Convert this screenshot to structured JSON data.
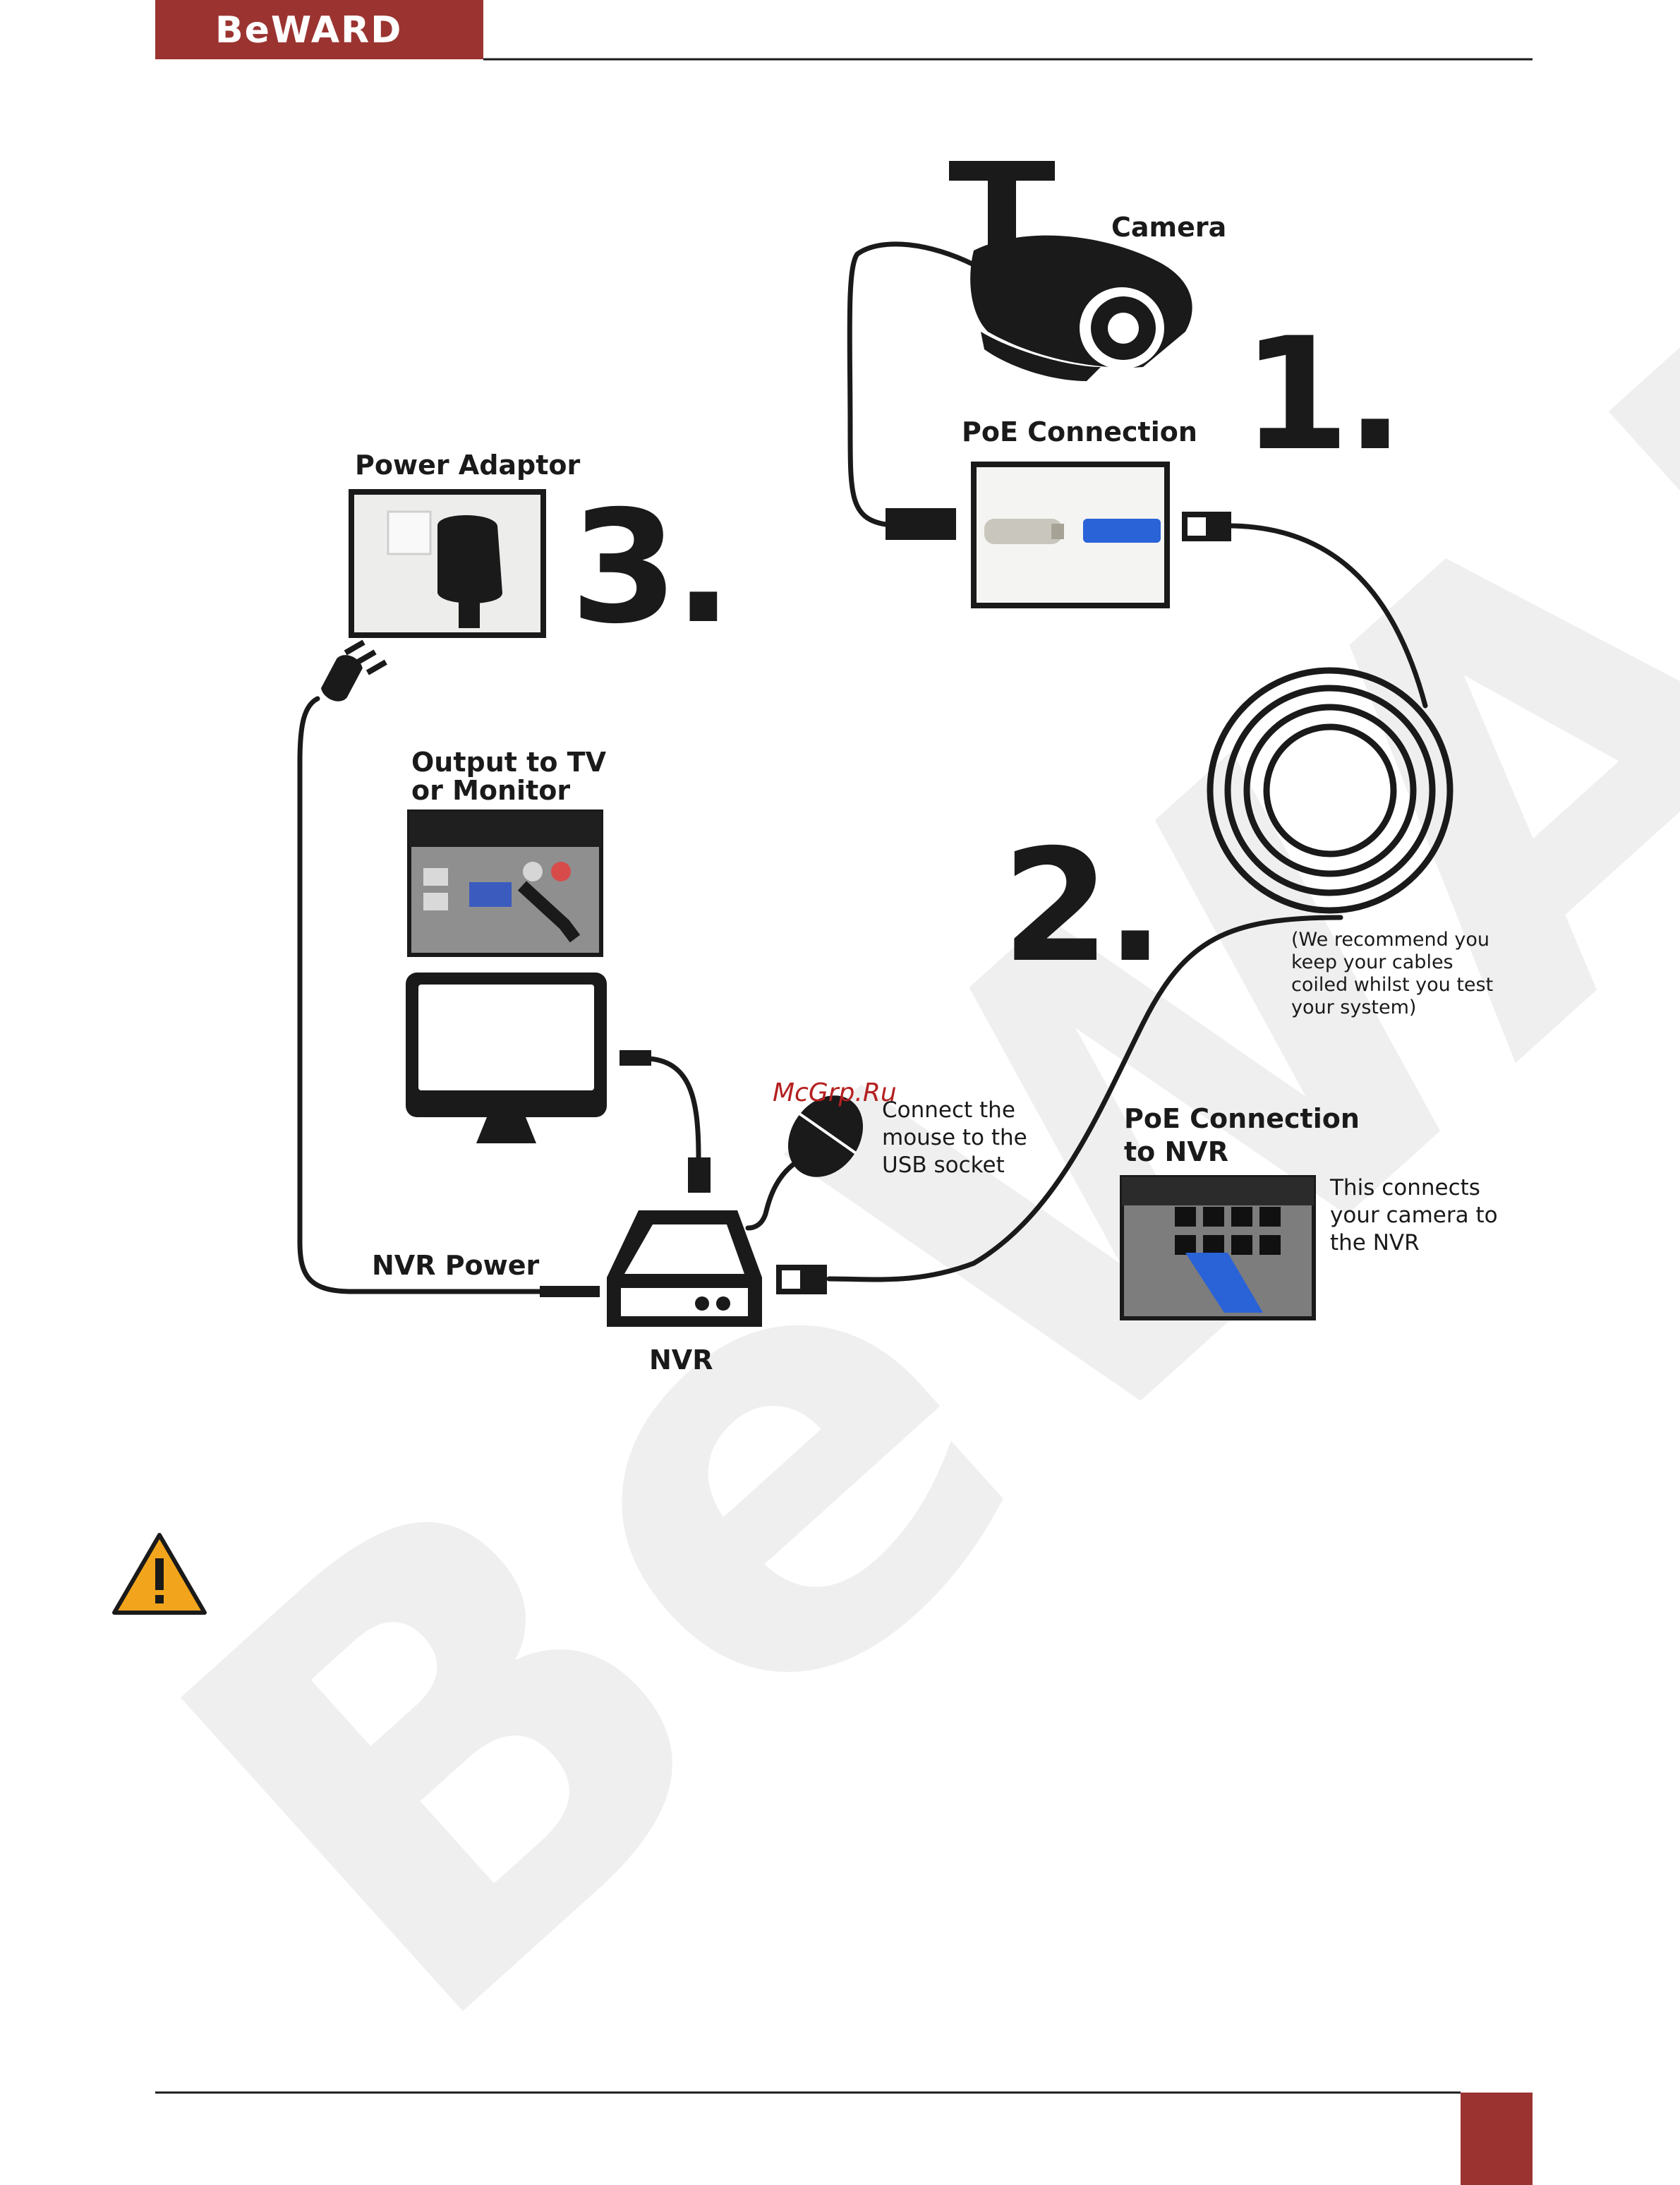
{
  "header": {
    "brand": "BeWARD",
    "brand_color": "#9b3431"
  },
  "watermark": "BeWARD",
  "steps": {
    "one": "1.",
    "two": "2.",
    "three": "3."
  },
  "labels": {
    "camera": "Camera",
    "poe_connection": "PoE Connection",
    "power_adaptor": "Power Adaptor",
    "output_line1": "Output to TV",
    "output_line2": "or Monitor",
    "nvr_power": "NVR Power",
    "nvr": "NVR",
    "poe_nvr_line1": "PoE Connection",
    "poe_nvr_line2": "to NVR"
  },
  "notes": {
    "coil": [
      "(We recommend you",
      "keep your cables",
      "coiled whilst you test",
      "your system)"
    ],
    "mouse": [
      "Connect the",
      "mouse to the",
      "USB socket"
    ],
    "poe_nvr": [
      "This connects",
      "your camera to",
      "the NVR"
    ]
  },
  "site_mark": "McGrp.Ru",
  "icons": {
    "warning": "warning-triangle-icon",
    "camera": "cctv-camera-icon",
    "plug": "power-plug-icon",
    "monitor": "monitor-icon",
    "nvr": "nvr-box-icon",
    "mouse": "mouse-icon"
  },
  "colors": {
    "warning": "#f2a51c",
    "cable_blue": "#2a62d8"
  }
}
